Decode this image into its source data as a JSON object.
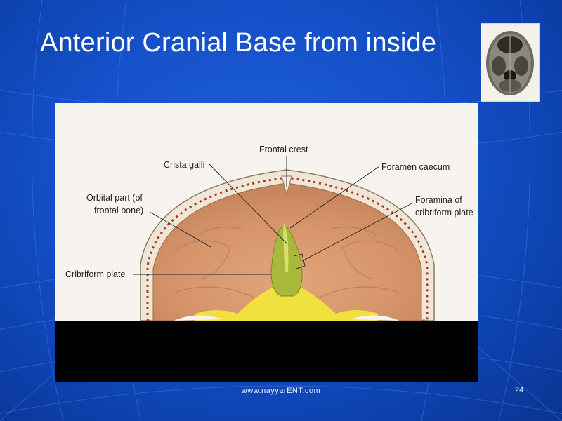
{
  "slide": {
    "title": "Anterior Cranial Base from inside",
    "footer": "www.nayyarENT.com",
    "page_number": "24"
  },
  "figure": {
    "labels": {
      "frontal_crest": "Frontal crest",
      "crista_galli": "Crista galli",
      "foramen_caecum": "Foramen caecum",
      "orbital_part_line1": "Orbital part (of",
      "orbital_part_line2": "frontal bone)",
      "foramina_line1": "Foramina of",
      "foramina_line2": "cribriform plate",
      "cribriform_plate": "Cribriform plate"
    }
  },
  "colors": {
    "background": "#1450c8",
    "bone": "#d99a6c",
    "cribriform": "#a8b83a",
    "yellow": "#f0e040"
  }
}
